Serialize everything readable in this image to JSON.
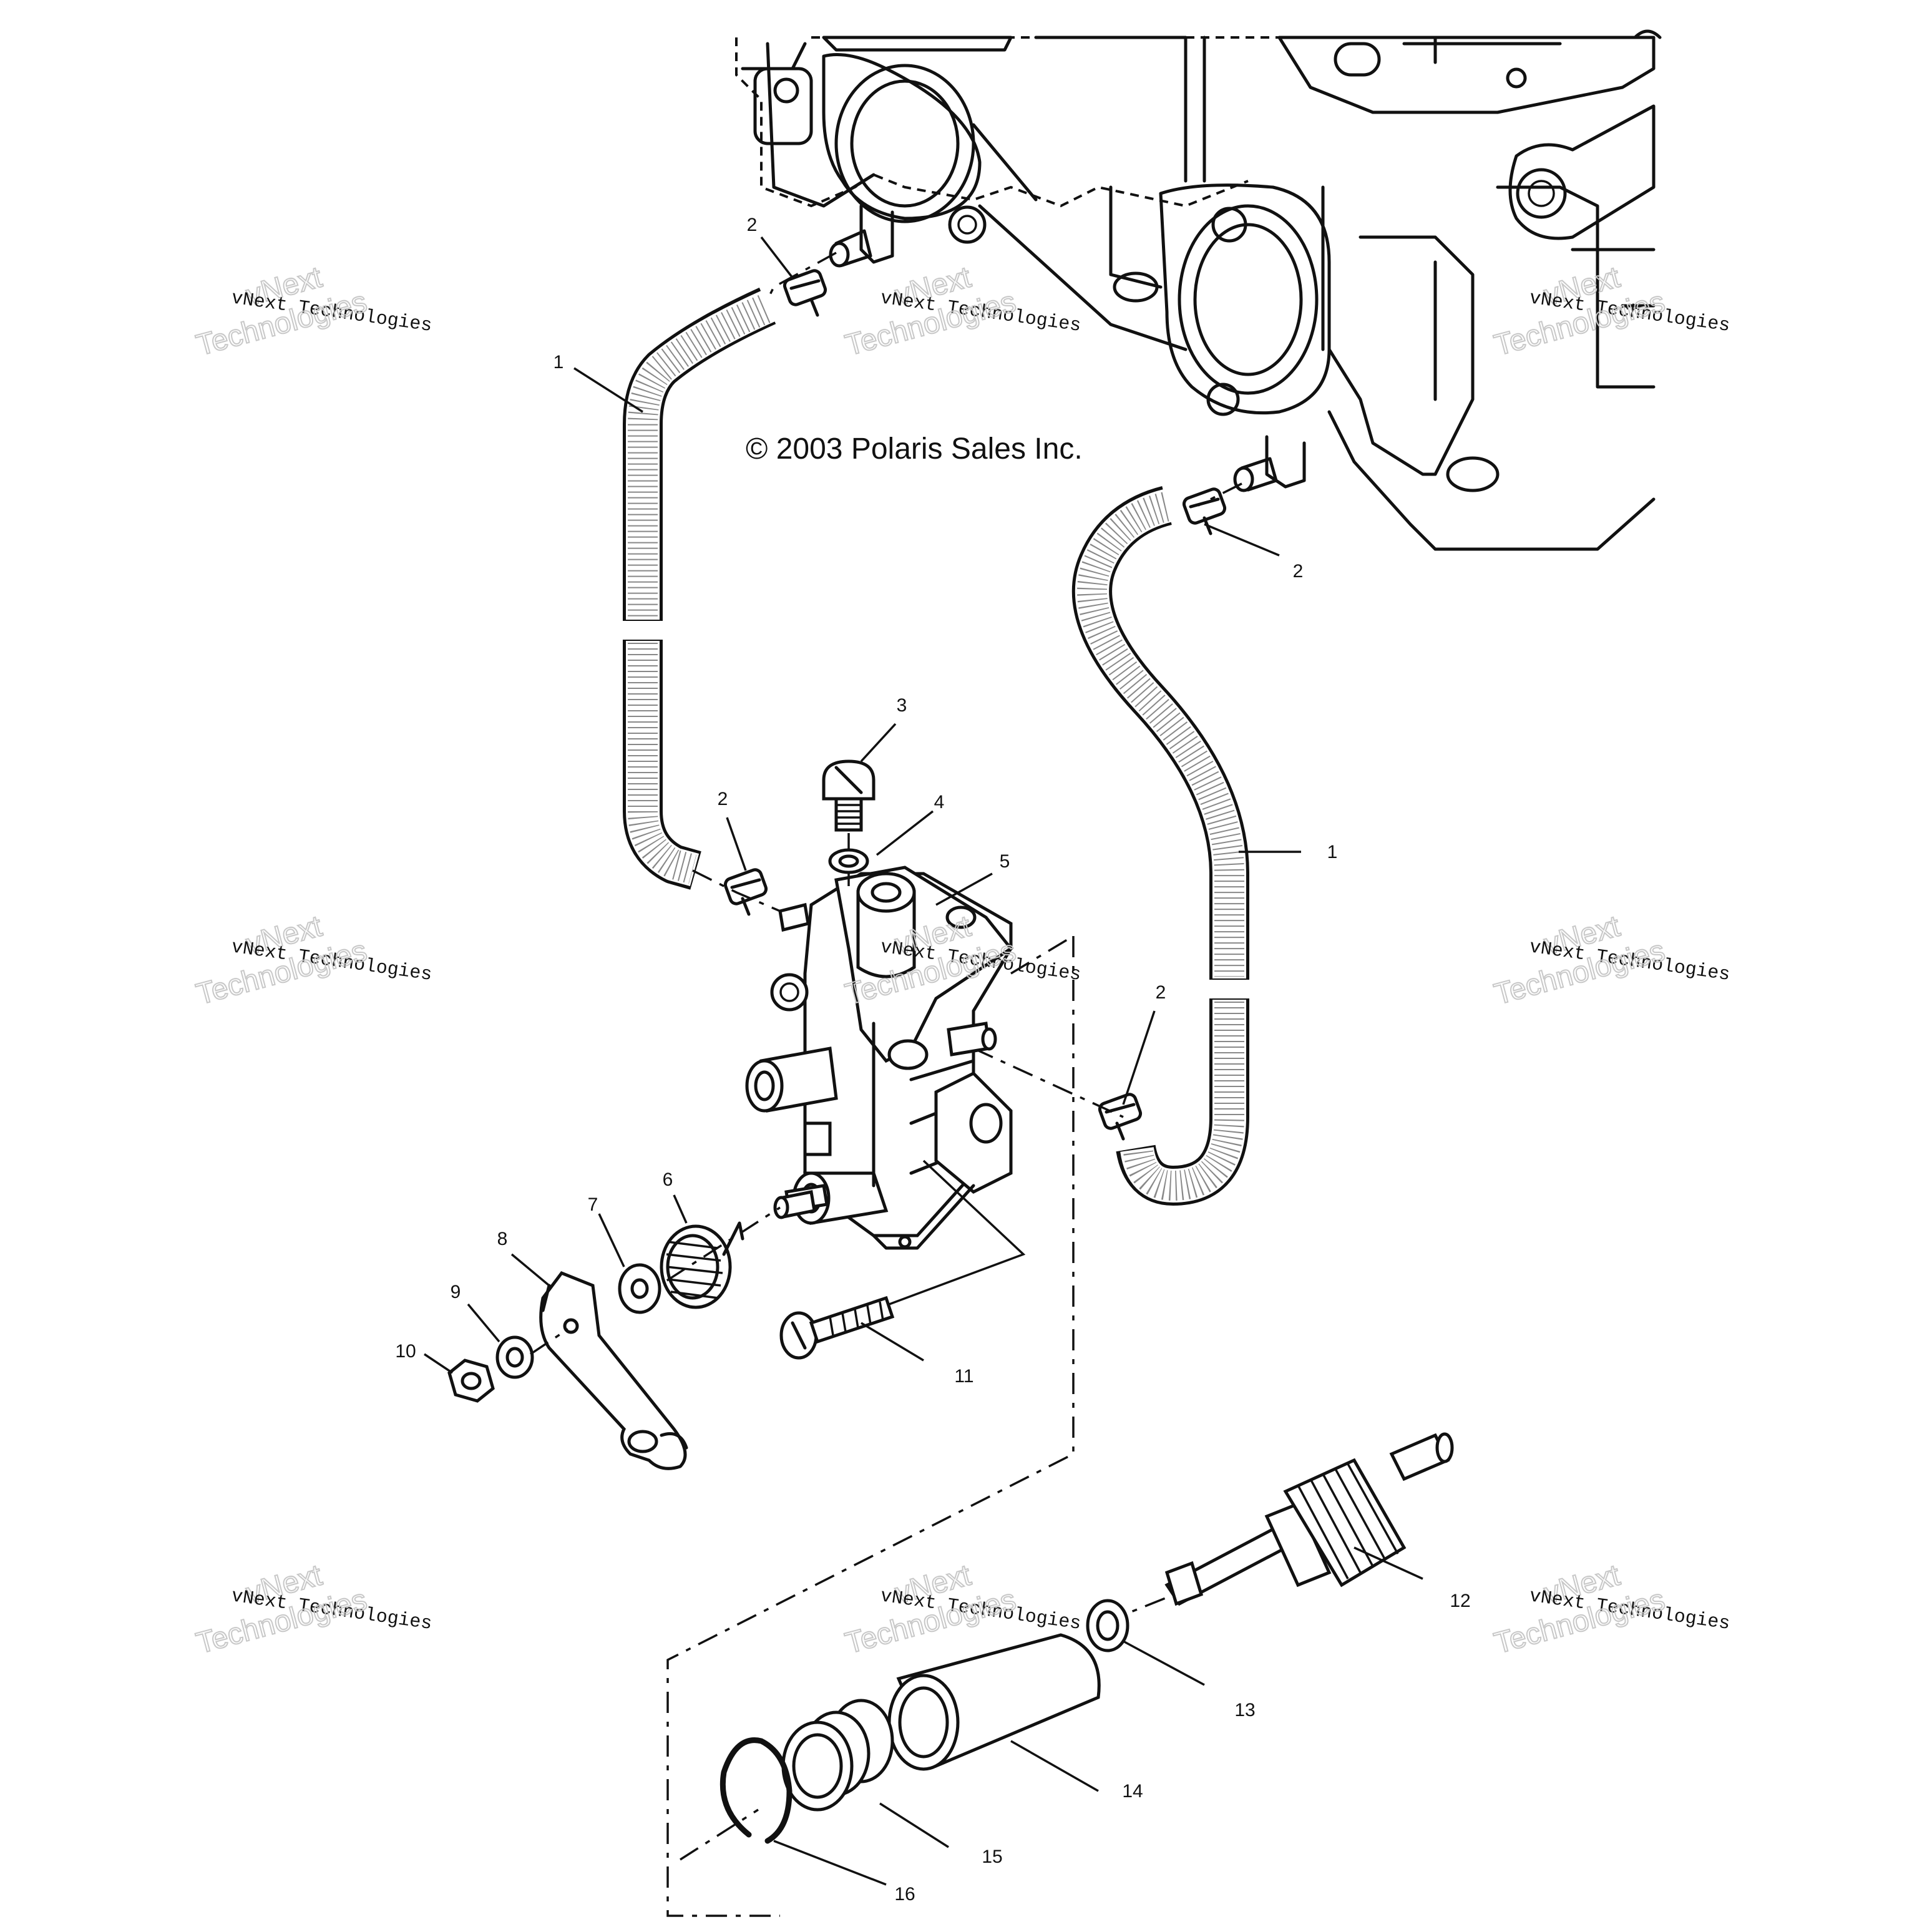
{
  "copyright": "© 2003 Polaris Sales Inc.",
  "watermark": {
    "line_a": "vNext",
    "line_b": "vNext Technologies",
    "line_c": "Technologies"
  },
  "callouts": {
    "c1a": "1",
    "c1b": "1",
    "c2a": "2",
    "c2b": "2",
    "c2c": "2",
    "c2d": "2",
    "c3": "3",
    "c4": "4",
    "c5": "5",
    "c6": "6",
    "c7": "7",
    "c8": "8",
    "c9": "9",
    "c10": "10",
    "c11": "11",
    "c12": "12",
    "c13": "13",
    "c14": "14",
    "c15": "15",
    "c16": "16"
  }
}
